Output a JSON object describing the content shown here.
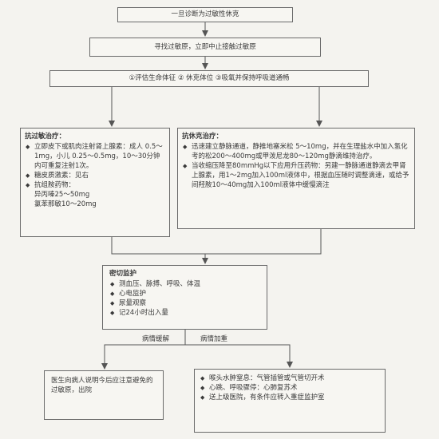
{
  "nodes": {
    "diagnosis": "一旦诊断为过敏性休克",
    "find_allergen": "寻找过敏原，立即中止接触过敏原",
    "assess": "①评估生命体征   ② 休克体位   ③吸氧并保持呼吸道通畅",
    "anti_allergy": {
      "title": "抗过敏治疗：",
      "items": [
        "立即皮下或肌肉注射肾上腺素：成人 0.5～1mg，小儿 0.25～0.5mg，10～30分钟内可重复注射1次。",
        "糖皮质激素：见右",
        "抗组胺药物："
      ],
      "subitems": [
        "异丙嗪25～50mg",
        "氯苯那敏10～20mg"
      ]
    },
    "anti_shock": {
      "title": "抗休克治疗：",
      "items": [
        "迅速建立静脉通道，静推地塞米松 5～10mg，并在生理盐水中加入氢化考的松200～400mg或甲泼尼龙80～120mg静滴维持治疗。",
        "当收缩压降至80mmHg以下应用升压药物：另建一静脉通道静滴去甲肾上腺素，用1～2mg加入100ml液体中，根据血压随时调整滴速，或给予间羟胺10～40mg加入100ml液体中缓慢滴注"
      ]
    },
    "monitor": {
      "title": "密切监护",
      "items": [
        "测血压、脉搏、呼吸、体温",
        "心电监护",
        "尿量观察",
        "记24小时出入量"
      ]
    },
    "discharge": "医生向病人说明今后应注意避免的过敏原，出院",
    "worse": {
      "items": [
        "喉头水肿窒息：气管插管或气管切开术",
        "心跳、呼吸骤停：心肺复苏术",
        "送上级医院，有条件应转入重症监护室"
      ]
    }
  },
  "edge_labels": {
    "improve": "病情缓解",
    "worsen": "病情加重"
  }
}
